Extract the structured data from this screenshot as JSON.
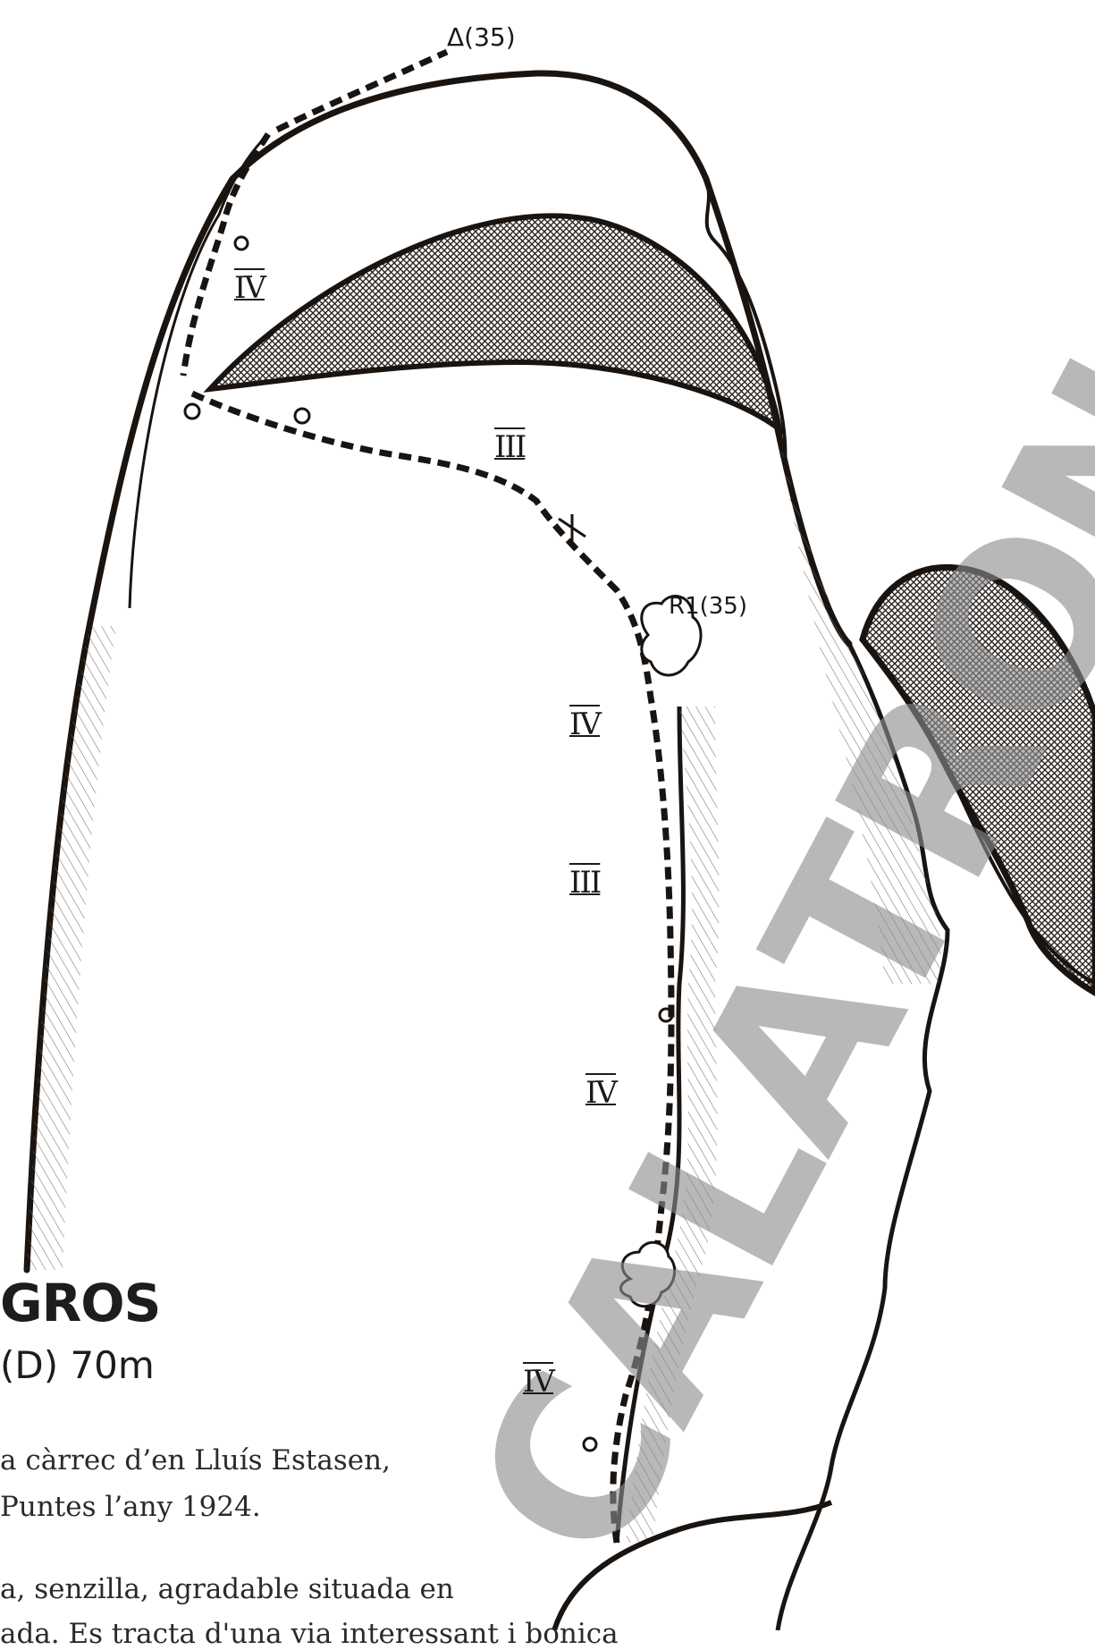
{
  "route": {
    "title": "GROS",
    "subtitle": "(D) 70m"
  },
  "topo": {
    "summit_label": "Δ(35)",
    "belay_label": "R1(35)",
    "grades": [
      "IV",
      "III",
      "IV",
      "III",
      "IV",
      "IV"
    ]
  },
  "description": {
    "line1": "a càrrec d’en Lluís Estasen,",
    "line2": "Puntes l’any 1924.",
    "line3": "a, senzilla, agradable situada en",
    "line4": "ada. Es tracta d'una via interessant i bonica"
  },
  "watermark": {
    "text": "CALATRONCS"
  },
  "colors": {
    "ink": "#1a1410",
    "watermark": "#8c8c8c"
  }
}
